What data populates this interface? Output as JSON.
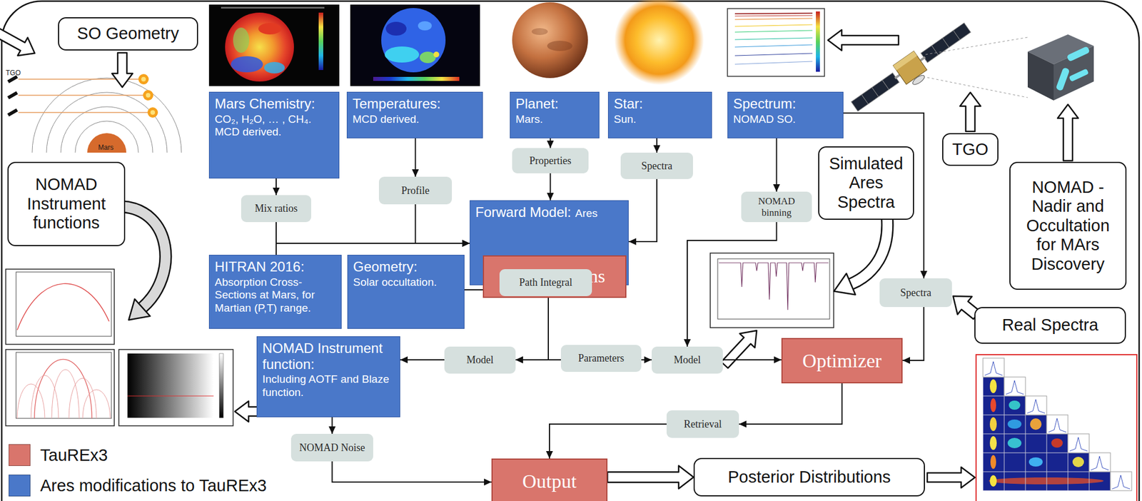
{
  "diagram": {
    "nodes": [
      {
        "text": [
          "SO Geometry"
        ]
      },
      {
        "text": [
          "Mars Chemistry:",
          "CO₂, H₂O, … , CH₄. MCD derived."
        ]
      },
      {
        "text": [
          "Temperatures:",
          "MCD derived."
        ]
      },
      {
        "text": [
          "Planet:",
          "Mars."
        ]
      },
      {
        "text": [
          "Star:",
          "Sun."
        ]
      },
      {
        "text": [
          "Spectrum:",
          "NOMAD SO."
        ]
      },
      {
        "text": [
          "Properties"
        ]
      },
      {
        "text": [
          "Spectra"
        ]
      },
      {
        "text": [
          "Simulated Ares Spectra"
        ]
      },
      {
        "text": [
          "TGO"
        ]
      },
      {
        "text": [
          "NOMAD - Nadir and Occultation for MArs Discovery"
        ]
      },
      {
        "text": [
          "NOMAD Instrument functions"
        ]
      },
      {
        "text": [
          "Mix ratios"
        ]
      },
      {
        "text": [
          "Profile"
        ]
      },
      {
        "text": [
          "Forward Model:",
          "Ares"
        ]
      },
      {
        "text": [
          "Contributions"
        ],
        "in": 14
      },
      {
        "text": [
          "NOMAD binning"
        ]
      },
      {
        "text": [
          "HITRAN 2016:",
          "Absorption Cross-Sections at Mars, for Martian (P,T) range."
        ]
      },
      {
        "text": [
          "Geometry:",
          "Solar occultation."
        ]
      },
      {
        "text": [
          "Path Integral"
        ]
      },
      {
        "text": [
          "Spectra"
        ]
      },
      {
        "text": [
          "Real Spectra"
        ]
      },
      {
        "text": [
          "NOMAD Instrument function:",
          "Including AOTF and Blaze function."
        ]
      },
      {
        "text": [
          "Model"
        ]
      },
      {
        "text": [
          "Parameters"
        ]
      },
      {
        "text": [
          "Model"
        ]
      },
      {
        "text": [
          "Optimizer"
        ]
      },
      {
        "text": [
          "Retrieval"
        ]
      },
      {
        "text": [
          "NOMAD Noise"
        ]
      },
      {
        "text": [
          "Output"
        ]
      },
      {
        "text": [
          "Posterior Distributions"
        ]
      }
    ],
    "edges": [
      {
        "from": 1,
        "to": 12,
        "arrow": "to"
      },
      {
        "from": 12,
        "to": 14,
        "arrow": "to"
      },
      {
        "from": 17,
        "to": 14,
        "arrow": "to"
      },
      {
        "from": 2,
        "to": 13,
        "arrow": "to"
      },
      {
        "from": 13,
        "to": 14,
        "arrow": "to"
      },
      {
        "from": 3,
        "to": 6,
        "arrow": "to"
      },
      {
        "from": 6,
        "to": 14,
        "arrow": "to"
      },
      {
        "from": 4,
        "to": 7,
        "arrow": "to"
      },
      {
        "from": 7,
        "to": 14,
        "arrow": "to"
      },
      {
        "from": 5,
        "to": 16,
        "arrow": "to"
      },
      {
        "from": 16,
        "to": 25,
        "arrow": "to"
      },
      {
        "from": 5,
        "to": 20,
        "arrow": "to"
      },
      {
        "from": 20,
        "to": 26,
        "arrow": "to"
      },
      {
        "from": 18,
        "to": 19,
        "arrow": "to"
      },
      {
        "from": 19,
        "to": 23,
        "arrow": "to"
      },
      {
        "from": 24,
        "to": 23,
        "arrow": "to"
      },
      {
        "from": 24,
        "to": 25,
        "arrow": "to"
      },
      {
        "from": 23,
        "to": 22,
        "arrow": "to"
      },
      {
        "from": 25,
        "to": 26,
        "arrow": "to"
      },
      {
        "from": 26,
        "to": 27,
        "arrow": "to"
      },
      {
        "from": 27,
        "to": 29,
        "arrow": "to"
      },
      {
        "from": 22,
        "to": 28,
        "arrow": "to"
      },
      {
        "from": 28,
        "to": 29,
        "arrow": "to"
      },
      {
        "from": 29,
        "to": 30,
        "arrow": "to"
      },
      {
        "from": 21,
        "to": 20,
        "arrow": "to"
      }
    ],
    "labels": [
      "TGO",
      "Mars"
    ],
    "legend": [
      {
        "text": "TauREx3",
        "color": "#d9756c"
      },
      {
        "text": "Ares modifications to TauREx3",
        "color": "#4a78c9"
      }
    ]
  }
}
